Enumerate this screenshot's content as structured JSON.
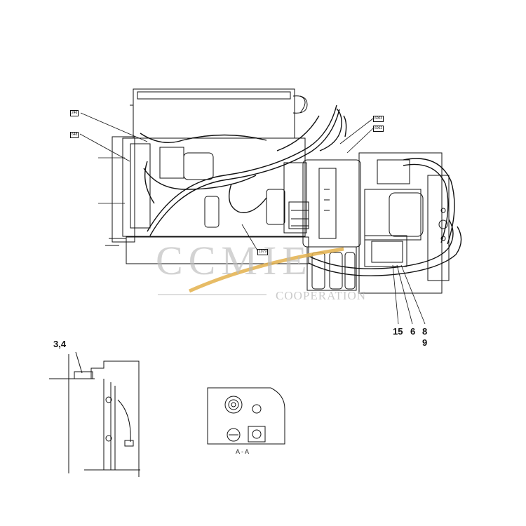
{
  "callouts": {
    "c15": "15",
    "c6": "6",
    "c8": "8",
    "c9": "9",
    "c34": "3,4"
  },
  "tags": {
    "t246": "246",
    "t648": "648",
    "t6003": "6003",
    "t6062": "6062",
    "t1079": "1079"
  },
  "section_label": "A - A",
  "watermark": {
    "brand": "CCMIE",
    "subtitle": "COOPERATION",
    "accent_color": "#e3b04b",
    "gray_color": "#b8b8b8"
  }
}
